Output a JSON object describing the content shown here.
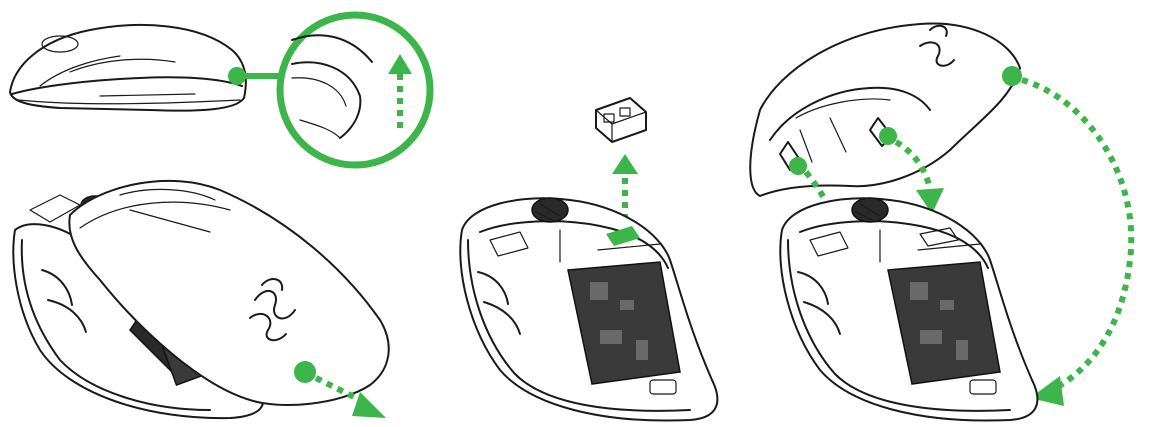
{
  "figure": {
    "type": "instruction-diagram",
    "subject": "wireless mouse",
    "accent_color": "#3cb54a",
    "ink_color": "#1a1a1a",
    "steps": [
      {
        "name": "remove-cover",
        "icons": [
          "mouse-side-view-icon",
          "magnify-circle-icon",
          "up-arrow-icon",
          "mouse-cover-open-icon",
          "lift-arrow-icon"
        ]
      },
      {
        "name": "remove-receiver",
        "icons": [
          "usb-receiver-icon",
          "mouse-open-icon",
          "pull-arrow-icon"
        ]
      },
      {
        "name": "replace-cover",
        "icons": [
          "cover-icon",
          "mouse-open-icon",
          "clip-arrows-icon",
          "curved-arrow-icon"
        ]
      }
    ]
  }
}
